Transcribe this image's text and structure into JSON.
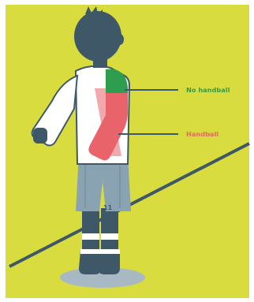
{
  "labels": {
    "no_handball": "No handball",
    "handball": "Handball"
  },
  "shorts_number": "11",
  "colors": {
    "background": "#d8dc3f",
    "pitch_line": "#3e5868",
    "player_dark": "#3e5868",
    "shirt": "#ffffff",
    "no_handball_zone": "#2e9e4e",
    "handball_zone": "#e8636a",
    "shorts": "#8aa3b2",
    "no_handball_text": "#2e9e4e",
    "handball_text": "#e8636a"
  }
}
